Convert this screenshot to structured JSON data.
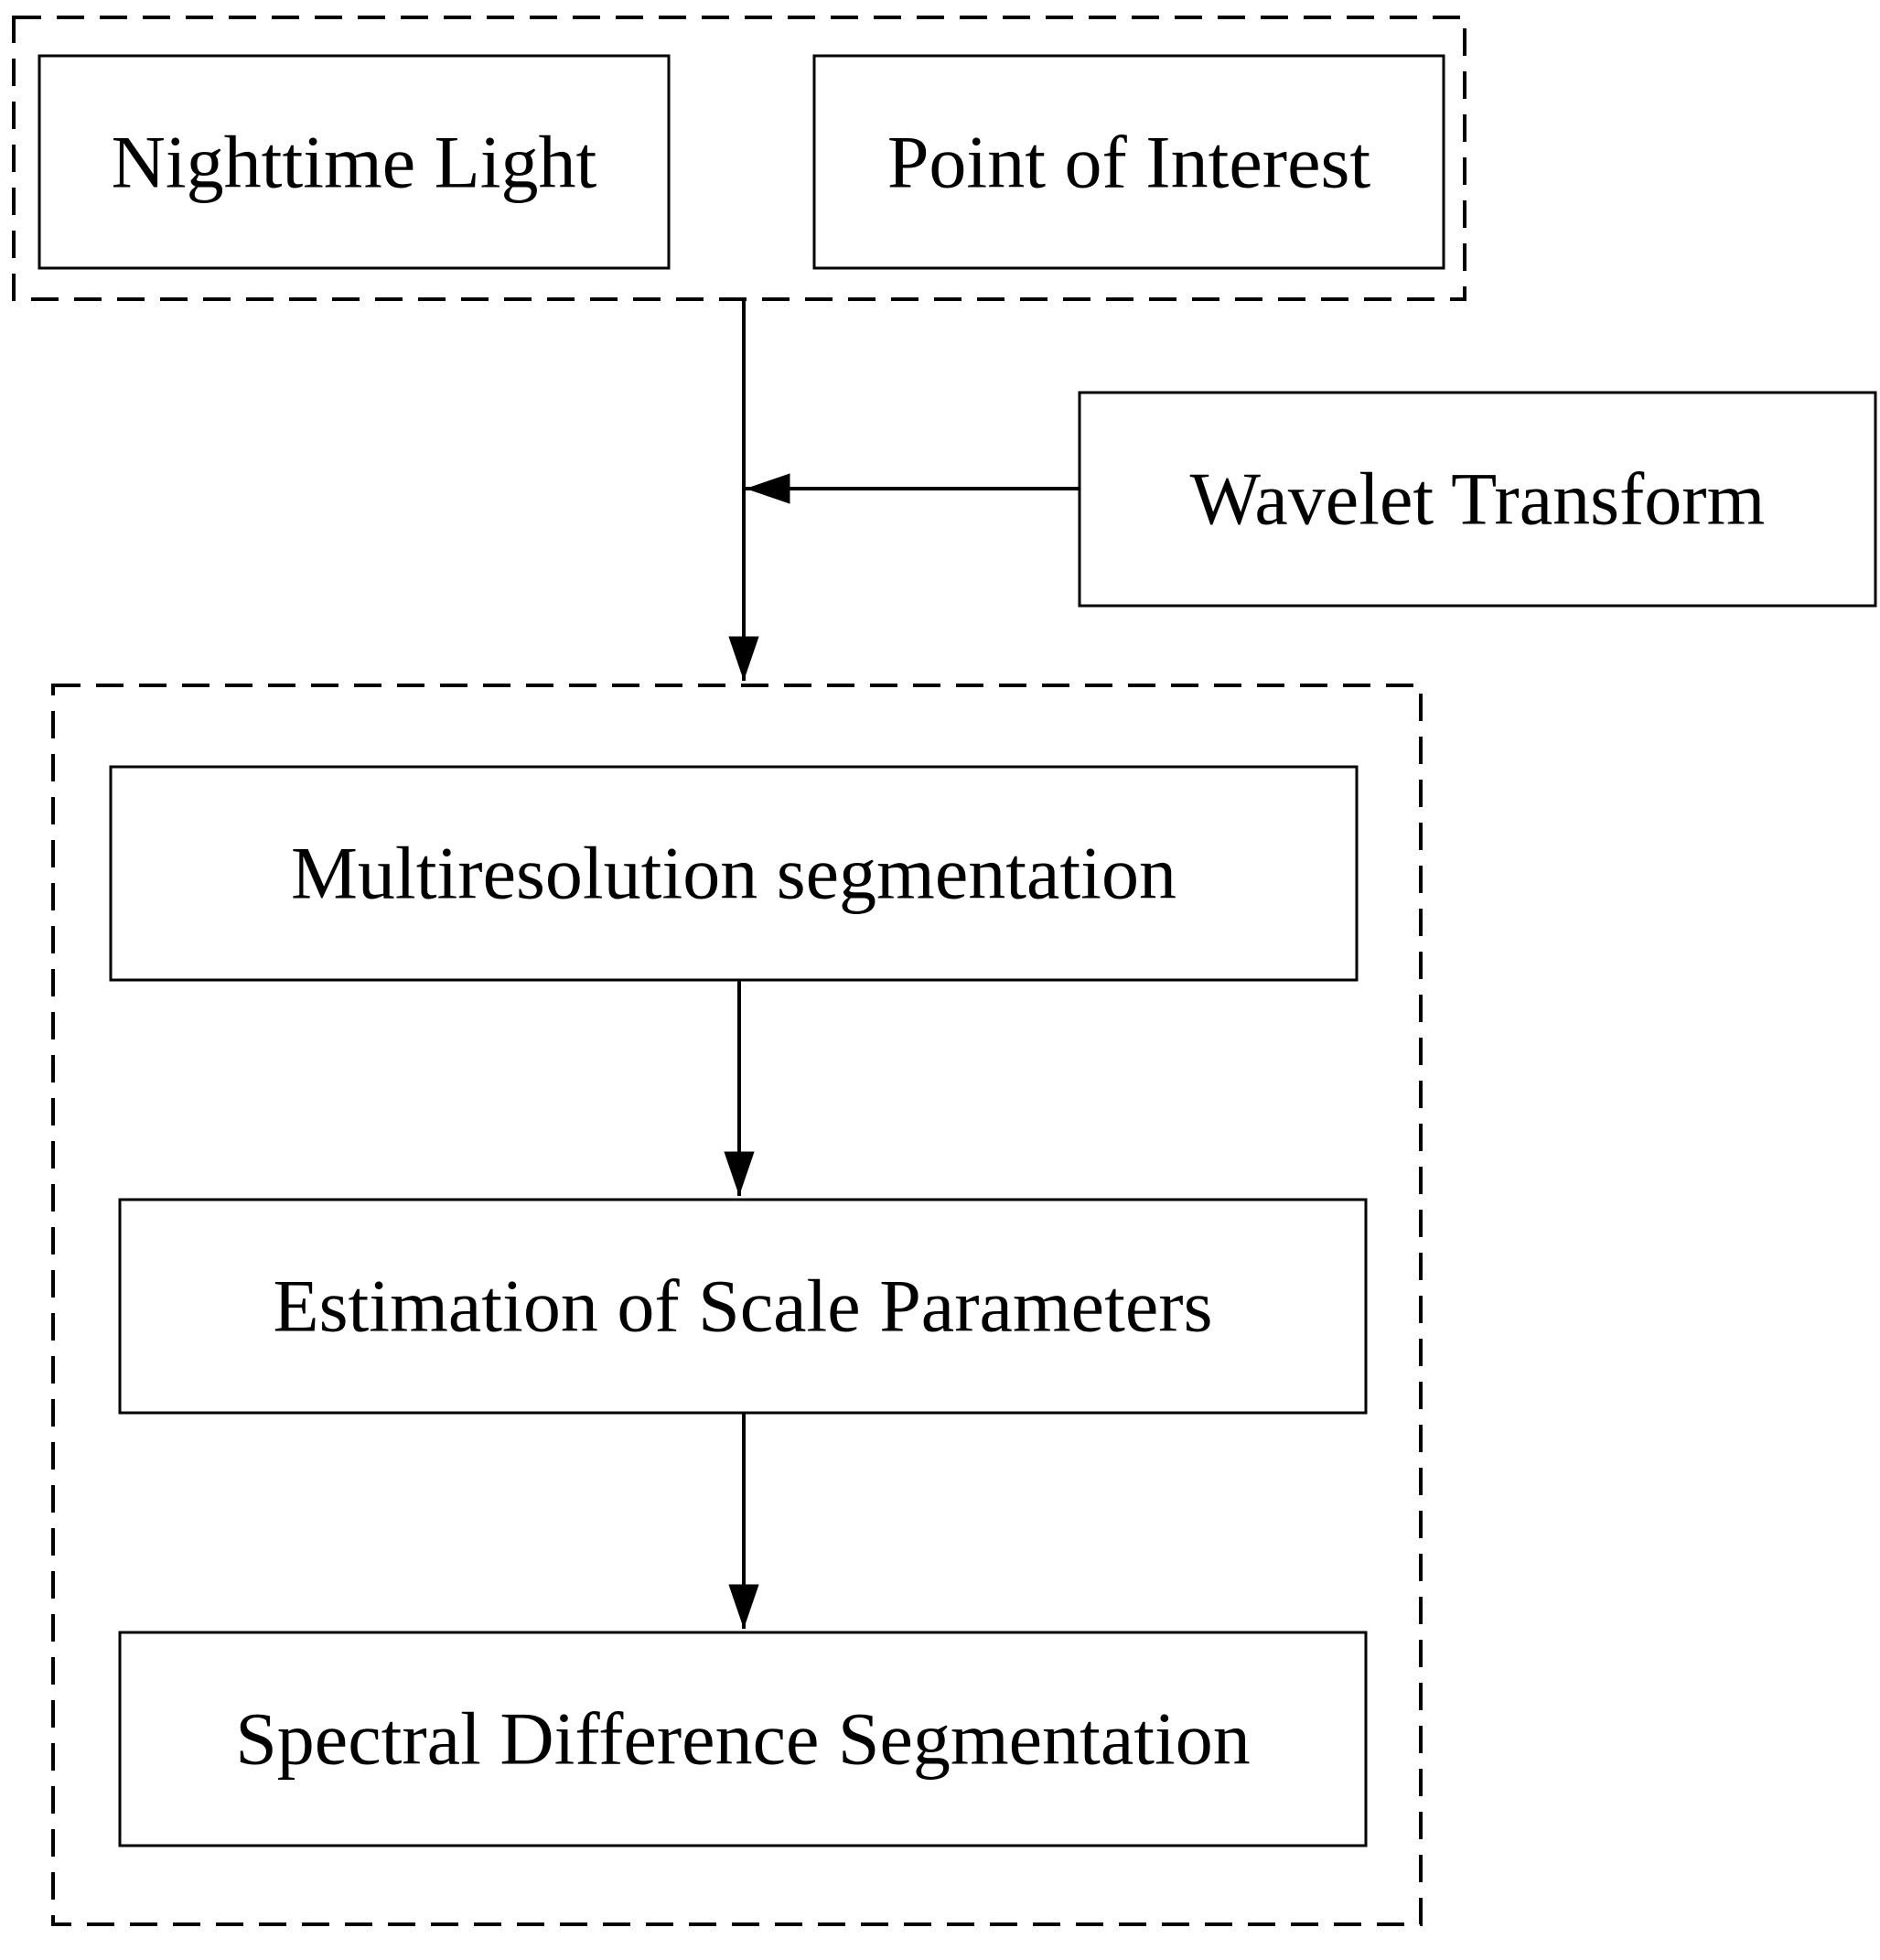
{
  "diagram": {
    "inputs": {
      "nighttime_light": "Nighttime Light",
      "point_of_interest": "Point of Interest"
    },
    "wavelet_transform": "Wavelet Transform",
    "process": {
      "multiresolution": "Multiresolution segmentation",
      "scale_estimation": "Estimation of Scale Parameters",
      "spectral_difference": "Spectral Difference Segmentation"
    },
    "colors": {
      "stroke": "#000000",
      "background": "#ffffff"
    }
  }
}
